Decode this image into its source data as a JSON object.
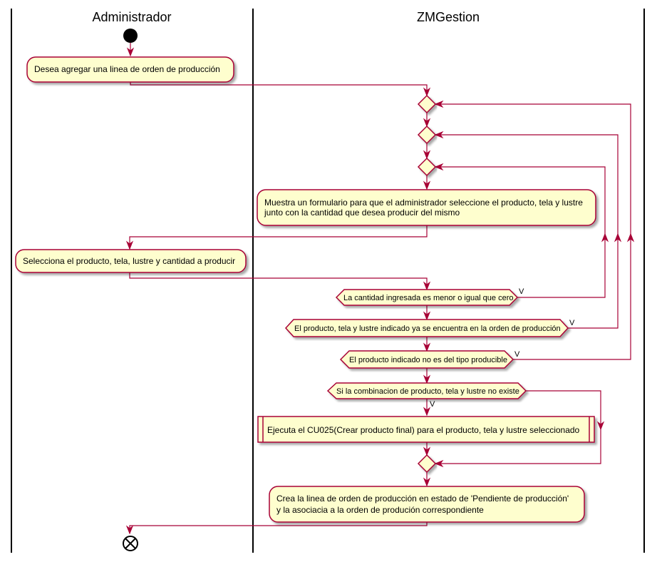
{
  "lanes": {
    "administrador": "Administrador",
    "zmgestion": "ZMGestion"
  },
  "activities": {
    "desea_agregar": "Desea agregar una linea de orden de producción",
    "muestra_formulario_1": "Muestra un formulario para que el administrador seleccione el producto, tela y lustre",
    "muestra_formulario_2": "junto con la cantidad que desea producir del mismo",
    "selecciona": "Selecciona el producto, tela, lustre y cantidad a producir",
    "ejecuta_cu025": "Ejecuta el CU025(Crear producto final) para el producto, tela y lustre seleccionado",
    "crea_linea_1": "Crea la linea de orden de producción en estado de 'Pendiente de producción'",
    "crea_linea_2": "y la asociacia a la orden de produción correspondiente"
  },
  "conditions": {
    "cantidad_menor_cero": "La cantidad ingresada es menor o igual que cero",
    "ya_en_orden": "El producto, tela y lustre indicado ya se encuentra en la orden de producción",
    "no_producible": "El producto indicado no es del tipo producible",
    "no_existe": "Si la combinacion de producto, tela y lustre no existe"
  },
  "branch_labels": {
    "cantidad_menor_cero": "V",
    "ya_en_orden": "V",
    "no_producible": "V",
    "no_existe": "V"
  }
}
